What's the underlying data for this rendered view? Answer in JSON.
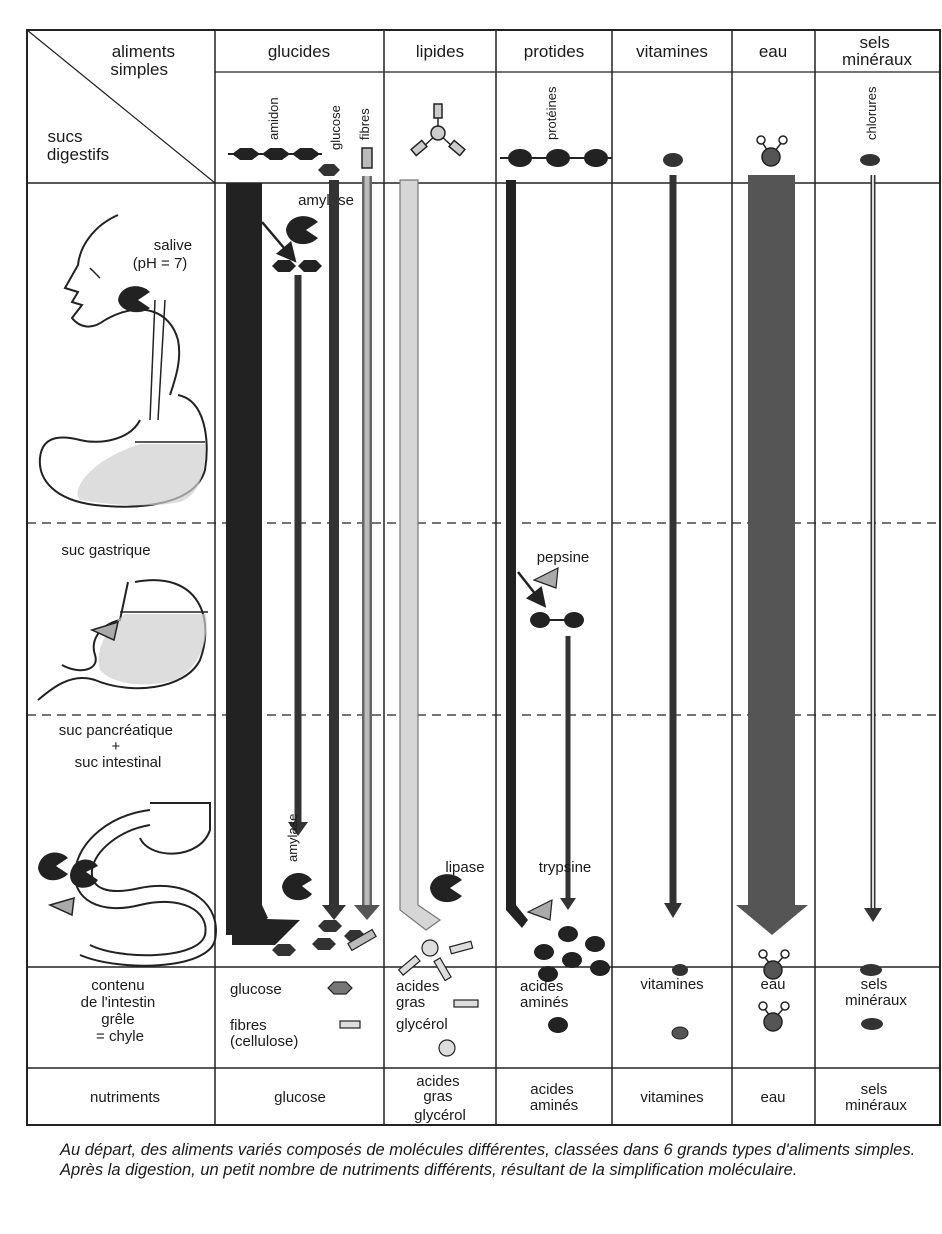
{
  "header": {
    "corner_top": [
      "aliments",
      "simples"
    ],
    "corner_bottom": [
      "sucs",
      "digestifs"
    ],
    "columns": [
      "glucides",
      "lipides",
      "protides",
      "vitamines",
      "eau",
      "sels minéraux"
    ]
  },
  "molecules": {
    "amidon": "amidon",
    "glucose": "glucose",
    "fibres": "fibres",
    "proteines": "protéines",
    "chlorures": "chlorures"
  },
  "stages": {
    "salive": [
      "salive",
      "(pH = 7)"
    ],
    "suc_gastrique": "suc gastrique",
    "suc_pancreatique": [
      "suc pancréatique",
      "+",
      "suc intestinal"
    ]
  },
  "enzymes": {
    "amylase_top": "amylase",
    "amylase_bottom": "amylase",
    "pepsine": "pepsine",
    "lipase": "lipase",
    "trypsine": "trypsine"
  },
  "chyle_row": {
    "label": [
      "contenu",
      "de l'intestin",
      "grêle",
      "= chyle"
    ],
    "glucides": [
      "glucose",
      "fibres",
      "(cellulose)"
    ],
    "lipides": [
      "acides",
      "gras",
      "glycérol"
    ],
    "protides": [
      "acides",
      "aminés"
    ],
    "vitamines": "vitamines",
    "eau": "eau",
    "sels": [
      "sels",
      "minéraux"
    ]
  },
  "nutriments_row": {
    "label": "nutriments",
    "glucides": "glucose",
    "lipides": [
      "acides",
      "gras",
      "glycérol"
    ],
    "protides": [
      "acides",
      "aminés"
    ],
    "vitamines": "vitamines",
    "eau": "eau",
    "sels": [
      "sels",
      "minéraux"
    ]
  },
  "caption": "Au départ, des aliments variés composés de molécules différentes, classées dans 6 grands types d'aliments simples. Après la digestion, un petit nombre de nutriments différents, résultant de la simplification moléculaire."
}
